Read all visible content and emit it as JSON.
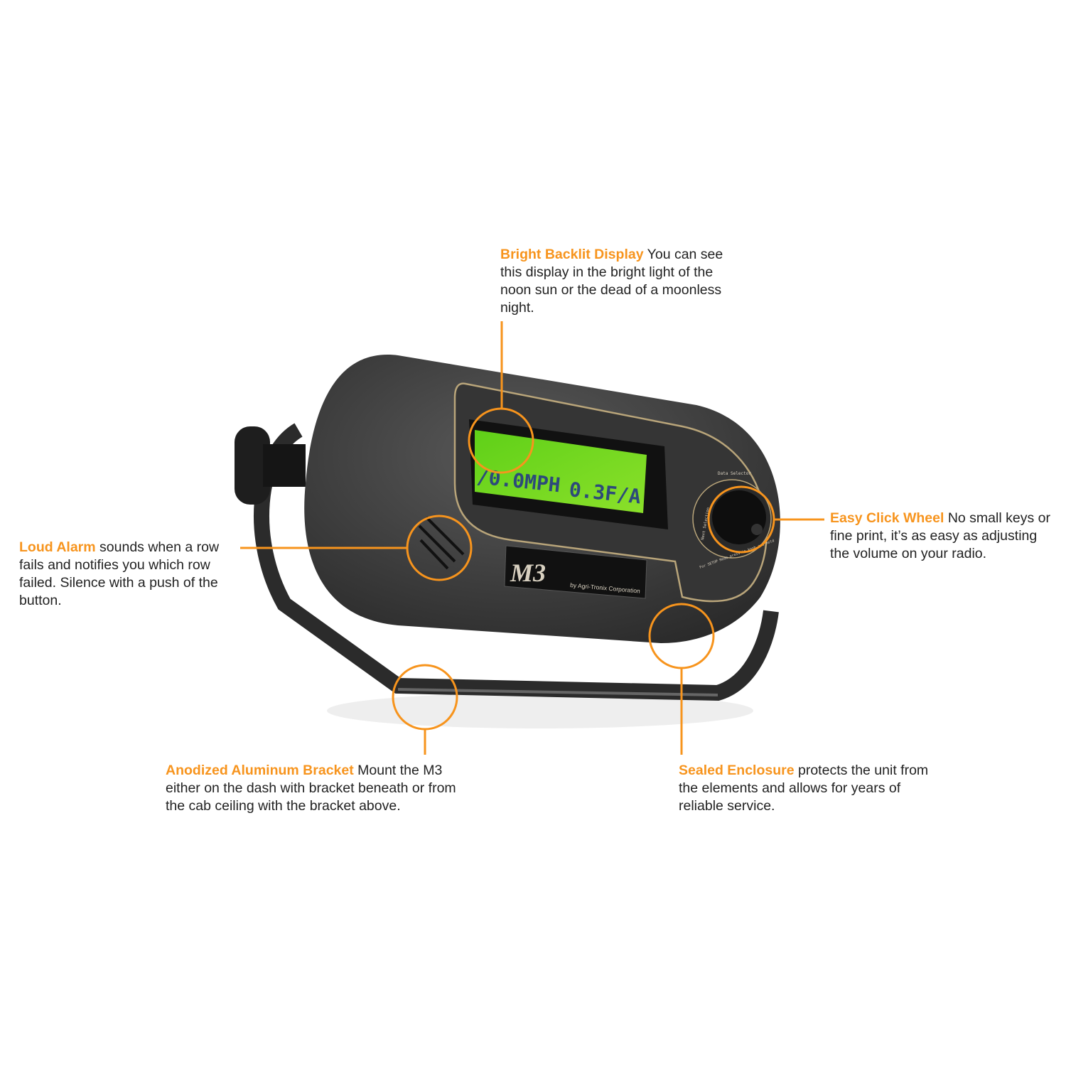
{
  "colors": {
    "accent": "#f7941d",
    "lcd": "#6fd21a",
    "body": "#3a3a3a"
  },
  "device": {
    "lcd_left": "/0.0MPH",
    "lcd_right": "0.3F/A",
    "knob_top_label": "Data Selector",
    "knob_left_label": "Next Selection",
    "knob_bottom_label": "For SETUP Mode press in knob and hold",
    "logo": "M3",
    "logo_sub": "by Agri-Tronix Corporation"
  },
  "callouts": {
    "display": {
      "title": "Bright Backlit Display",
      "text": " You can see this display in the bright light of the noon sun or the dead of a moonless night."
    },
    "wheel": {
      "title": "Easy Click Wheel",
      "text": " No small keys or fine print, it’s as easy as adjusting the volume on your radio."
    },
    "alarm": {
      "title": "Loud Alarm",
      "text": " sounds when a row fails and notifies you which row failed. Silence with a push of the button."
    },
    "bracket": {
      "title": "Anodized Aluminum Bracket",
      "text": " Mount the M3 either on the dash with bracket beneath or from the cab ceiling with the bracket above."
    },
    "enclosure": {
      "title": "Sealed Enclosure",
      "text": " protects the unit from the elements and allows for years of reliable service."
    }
  }
}
